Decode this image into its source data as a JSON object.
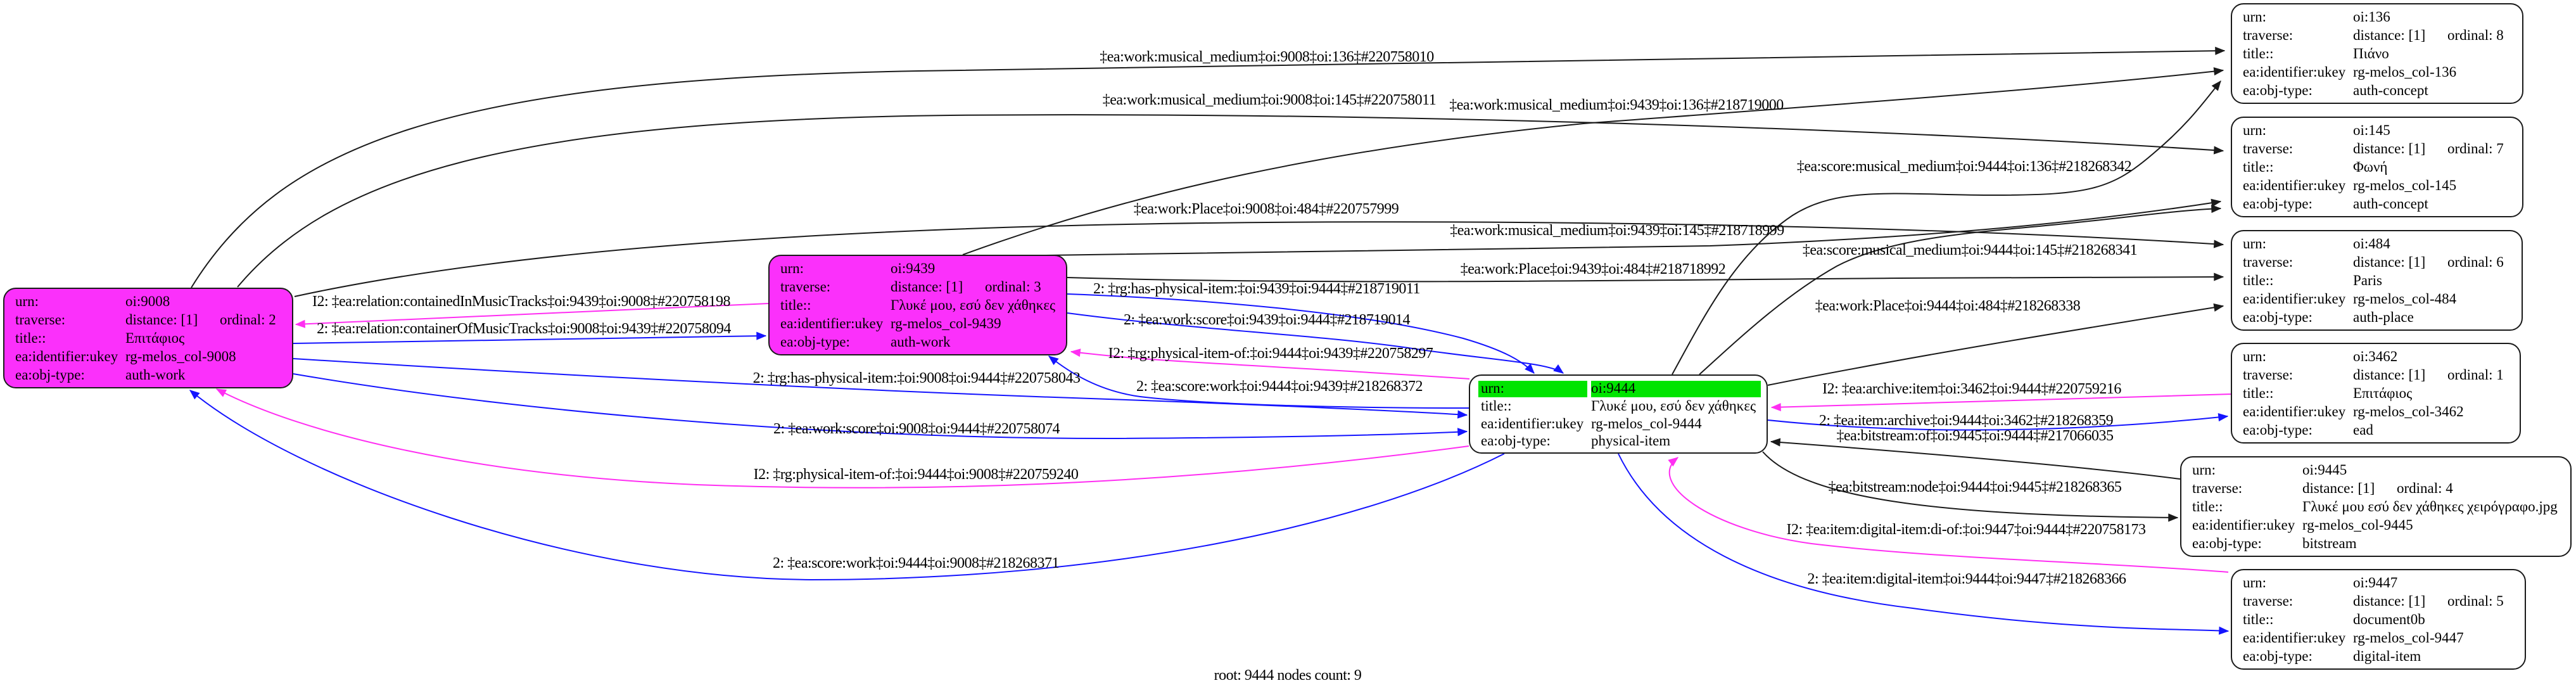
{
  "graph": {
    "footer": "root: 9444 nodes count: 9",
    "root": "9444",
    "nodes_count": "9"
  },
  "colors": {
    "background": "#ffffff",
    "node_fill_magenta": "#fb30fb",
    "node_fill_white": "#ffffff",
    "node_border": "#1a1a1a",
    "highlight_green": "#00e400",
    "edge_black": "#1a1a1a",
    "edge_blue": "#1414ff",
    "edge_magenta": "#ff2ef2",
    "text": "#000000"
  },
  "nodes": [
    {
      "id": "oi:9008",
      "rows": [
        {
          "key": "urn:",
          "value": "oi:9008"
        },
        {
          "key": "traverse:",
          "value": "distance: [1]",
          "value2": "ordinal: 2"
        },
        {
          "key": "title::",
          "value": "Επιτάφιος"
        },
        {
          "key": "ea:identifier:ukey",
          "value": "rg-melos_col-9008"
        },
        {
          "key": "ea:obj-type:",
          "value": "auth-work"
        }
      ]
    },
    {
      "id": "oi:9439",
      "rows": [
        {
          "key": "urn:",
          "value": "oi:9439"
        },
        {
          "key": "traverse:",
          "value": "distance: [1]",
          "value2": "ordinal: 3"
        },
        {
          "key": "title::",
          "value": "Γλυκέ μου, εσύ δεν χάθηκες"
        },
        {
          "key": "ea:identifier:ukey",
          "value": "rg-melos_col-9439"
        },
        {
          "key": "ea:obj-type:",
          "value": "auth-work"
        }
      ]
    },
    {
      "id": "oi:9444",
      "rows": [
        {
          "key": "urn:",
          "value": "oi:9444"
        },
        {
          "key": "title::",
          "value": "Γλυκέ μου, εσύ δεν χάθηκες"
        },
        {
          "key": "ea:identifier:ukey",
          "value": "rg-melos_col-9444"
        },
        {
          "key": "ea:obj-type:",
          "value": "physical-item"
        }
      ]
    },
    {
      "id": "oi:136",
      "rows": [
        {
          "key": "urn:",
          "value": "oi:136"
        },
        {
          "key": "traverse:",
          "value": "distance: [1]",
          "value2": "ordinal: 8"
        },
        {
          "key": "title::",
          "value": "Πιάνο"
        },
        {
          "key": "ea:identifier:ukey",
          "value": "rg-melos_col-136"
        },
        {
          "key": "ea:obj-type:",
          "value": "auth-concept"
        }
      ]
    },
    {
      "id": "oi:145",
      "rows": [
        {
          "key": "urn:",
          "value": "oi:145"
        },
        {
          "key": "traverse:",
          "value": "distance: [1]",
          "value2": "ordinal: 7"
        },
        {
          "key": "title::",
          "value": "Φωνή"
        },
        {
          "key": "ea:identifier:ukey",
          "value": "rg-melos_col-145"
        },
        {
          "key": "ea:obj-type:",
          "value": "auth-concept"
        }
      ]
    },
    {
      "id": "oi:484",
      "rows": [
        {
          "key": "urn:",
          "value": "oi:484"
        },
        {
          "key": "traverse:",
          "value": "distance: [1]",
          "value2": "ordinal: 6"
        },
        {
          "key": "title::",
          "value": "Paris"
        },
        {
          "key": "ea:identifier:ukey",
          "value": "rg-melos_col-484"
        },
        {
          "key": "ea:obj-type:",
          "value": "auth-place"
        }
      ]
    },
    {
      "id": "oi:3462",
      "rows": [
        {
          "key": "urn:",
          "value": "oi:3462"
        },
        {
          "key": "traverse:",
          "value": "distance: [1]",
          "value2": "ordinal: 1"
        },
        {
          "key": "title::",
          "value": "Επιτάφιος"
        },
        {
          "key": "ea:identifier:ukey",
          "value": "rg-melos_col-3462"
        },
        {
          "key": "ea:obj-type:",
          "value": "ead"
        }
      ]
    },
    {
      "id": "oi:9445",
      "rows": [
        {
          "key": "urn:",
          "value": "oi:9445"
        },
        {
          "key": "traverse:",
          "value": "distance: [1]",
          "value2": "ordinal: 4"
        },
        {
          "key": "title::",
          "value": "Γλυκέ μου εσύ δεν χάθηκες χειρόγραφο.jpg"
        },
        {
          "key": "ea:identifier:ukey",
          "value": "rg-melos_col-9445"
        },
        {
          "key": "ea:obj-type:",
          "value": "bitstream"
        }
      ]
    },
    {
      "id": "oi:9447",
      "rows": [
        {
          "key": "urn:",
          "value": "oi:9447"
        },
        {
          "key": "traverse:",
          "value": "distance: [1]",
          "value2": "ordinal: 5"
        },
        {
          "key": "title::",
          "value": "document0b"
        },
        {
          "key": "ea:identifier:ukey",
          "value": "rg-melos_col-9447"
        },
        {
          "key": "ea:obj-type:",
          "value": "digital-item"
        }
      ]
    }
  ],
  "edges": [
    {
      "label": "‡ea:work:musical_medium‡oi:9008‡oi:136‡#220758010",
      "color": "black"
    },
    {
      "label": "‡ea:work:musical_medium‡oi:9008‡oi:145‡#220758011",
      "color": "black"
    },
    {
      "label": "‡ea:work:musical_medium‡oi:9439‡oi:136‡#218719000",
      "color": "black"
    },
    {
      "label": "‡ea:score:musical_medium‡oi:9444‡oi:136‡#218268342",
      "color": "black"
    },
    {
      "label": "‡ea:work:Place‡oi:9008‡oi:484‡#220757999",
      "color": "black"
    },
    {
      "label": "‡ea:work:musical_medium‡oi:9439‡oi:145‡#218718999",
      "color": "black"
    },
    {
      "label": "‡ea:score:musical_medium‡oi:9444‡oi:145‡#218268341",
      "color": "black"
    },
    {
      "label": "‡ea:work:Place‡oi:9439‡oi:484‡#218718992",
      "color": "black"
    },
    {
      "label": "‡ea:work:Place‡oi:9444‡oi:484‡#218268338",
      "color": "black"
    },
    {
      "label": "‡ea:bitstream:of‡oi:9445‡oi:9444‡#217066035",
      "color": "black"
    },
    {
      "label": "‡ea:bitstream:node‡oi:9444‡oi:9445‡#218268365",
      "color": "black"
    },
    {
      "label": "I2: ‡ea:relation:containedInMusicTracks‡oi:9439‡oi:9008‡#220758198",
      "color": "magenta"
    },
    {
      "label": "2: ‡ea:relation:containerOfMusicTracks‡oi:9008‡oi:9439‡#220758094",
      "color": "blue"
    },
    {
      "label": "2: ‡rg:has-physical-item:‡oi:9439‡oi:9444‡#218719011",
      "color": "blue"
    },
    {
      "label": "2: ‡ea:work:score‡oi:9439‡oi:9444‡#218719014",
      "color": "blue"
    },
    {
      "label": "I2: ‡rg:physical-item-of:‡oi:9444‡oi:9439‡#220758297",
      "color": "magenta"
    },
    {
      "label": "2: ‡ea:score:work‡oi:9444‡oi:9439‡#218268372",
      "color": "blue"
    },
    {
      "label": "2: ‡rg:has-physical-item:‡oi:9008‡oi:9444‡#220758043",
      "color": "blue"
    },
    {
      "label": "2: ‡ea:work:score‡oi:9008‡oi:9444‡#220758074",
      "color": "blue"
    },
    {
      "label": "I2: ‡rg:physical-item-of:‡oi:9444‡oi:9008‡#220759240",
      "color": "magenta"
    },
    {
      "label": "2: ‡ea:score:work‡oi:9444‡oi:9008‡#218268371",
      "color": "blue"
    },
    {
      "label": "I2: ‡ea:archive:item‡oi:3462‡oi:9444‡#220759216",
      "color": "magenta"
    },
    {
      "label": "2: ‡ea:item:archive‡oi:9444‡oi:3462‡#218268359",
      "color": "blue"
    },
    {
      "label": "I2: ‡ea:item:digital-item:di-of:‡oi:9447‡oi:9444‡#220758173",
      "color": "magenta"
    },
    {
      "label": "2: ‡ea:item:digital-item‡oi:9444‡oi:9447‡#218268366",
      "color": "blue"
    }
  ]
}
